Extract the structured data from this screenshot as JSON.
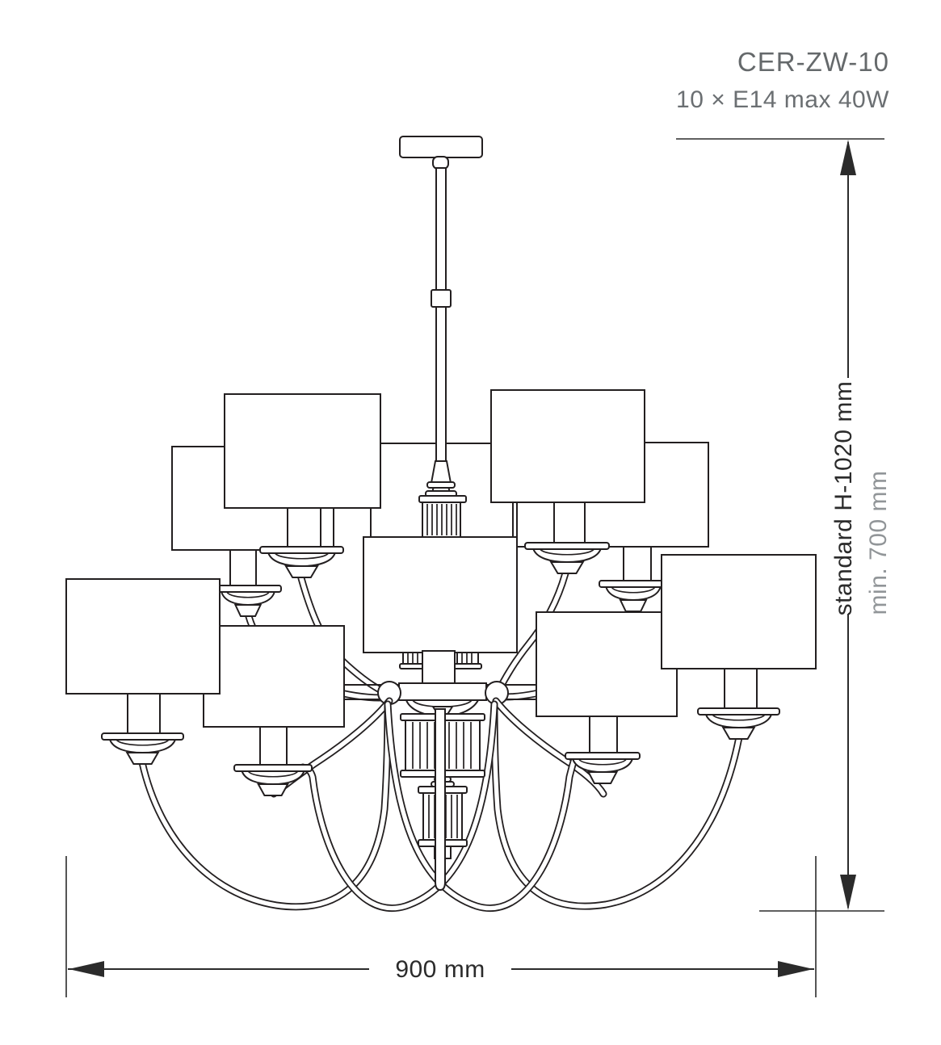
{
  "page": {
    "background": "#ffffff"
  },
  "product": {
    "code": "CER-ZW-10",
    "lamp_spec": "10 × E14 max 40W"
  },
  "dimensions": {
    "height_standard_label": "standard H-1020 mm",
    "height_min_label": "min. 700 mm",
    "width_label": "900 mm"
  },
  "drawing": {
    "type": "technical-line-drawing",
    "subject": "two-tier chandelier with ten square shades, curved arms and central ribbed column"
  },
  "colors": {
    "line": "#231f20",
    "dimension": "#2b2b2b",
    "label_primary": "#2b2b2b",
    "label_muted": "#919598",
    "product_text": "#65696b",
    "background": "#ffffff"
  }
}
